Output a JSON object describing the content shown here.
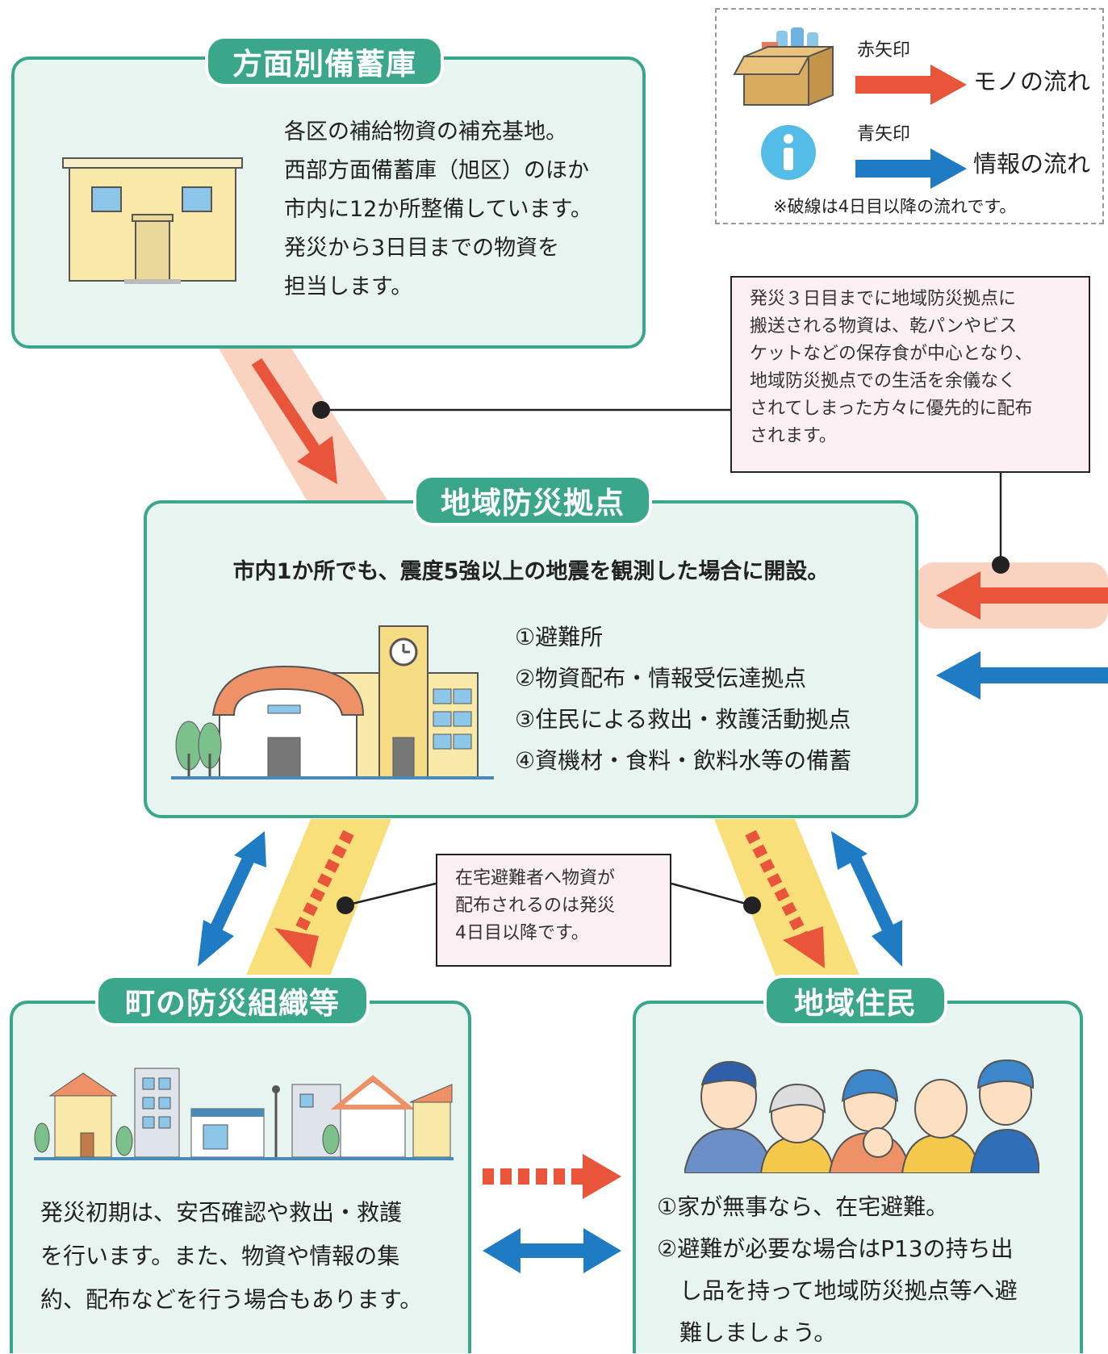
{
  "legend": {
    "red_label": "赤矢印",
    "red_desc": "モノの流れ",
    "blue_label": "青矢印",
    "blue_desc": "情報の流れ",
    "note": "※破線は4日目以降の流れです。"
  },
  "warehouse": {
    "title": "方面別備蓄庫",
    "lines": [
      "各区の補給物資の補充基地。",
      "西部方面備蓄庫（旭区）のほか",
      "市内に12か所整備しています。",
      "発災から3日目までの物資を",
      "担当します。"
    ]
  },
  "note_top": {
    "lines": [
      "発災３日目までに地域防災拠点に",
      "搬送される物資は、乾パンやビス",
      "ケットなどの保存食が中心となり、",
      "地域防災拠点での生活を余儀なく",
      "されてしまった方々に優先的に配布",
      "されます。"
    ]
  },
  "base": {
    "title": "地域防災拠点",
    "subtitle": "市内1か所でも、震度5強以上の地震を観測した場合に開設。",
    "items": [
      "①避難所",
      "②物資配布・情報受伝達拠点",
      "③住民による救出・救護活動拠点",
      "④資機材・食料・飲料水等の備蓄"
    ]
  },
  "note_mid": {
    "lines": [
      "在宅避難者へ物資が",
      "配布されるのは発災",
      "4日目以降です。"
    ]
  },
  "town": {
    "title": "町の防災組織等",
    "lines": [
      "発災初期は、安否確認や救出・救護",
      "を行います。また、物資や情報の集",
      "約、配布などを行う場合もあります。"
    ]
  },
  "residents": {
    "title": "地域住民",
    "lines": [
      "①家が無事なら、在宅避難。",
      "②避難が必要な場合はP13の持ち出",
      "　し品を持って地域防災拠点等へ避",
      "　難しましょう。"
    ]
  },
  "colors": {
    "box_border": "#3aa68a",
    "box_fill": "#e7f4ef",
    "red_arrow": "#e8553a",
    "blue_arrow": "#1f7cc4",
    "pink_band": "#f9d3bf",
    "yellow_band": "#f8df7a",
    "note_fill": "#fdf0f5"
  },
  "icons": [
    "box-icon",
    "info-icon",
    "warehouse-icon",
    "school-icon",
    "town-icon",
    "people-icon"
  ]
}
